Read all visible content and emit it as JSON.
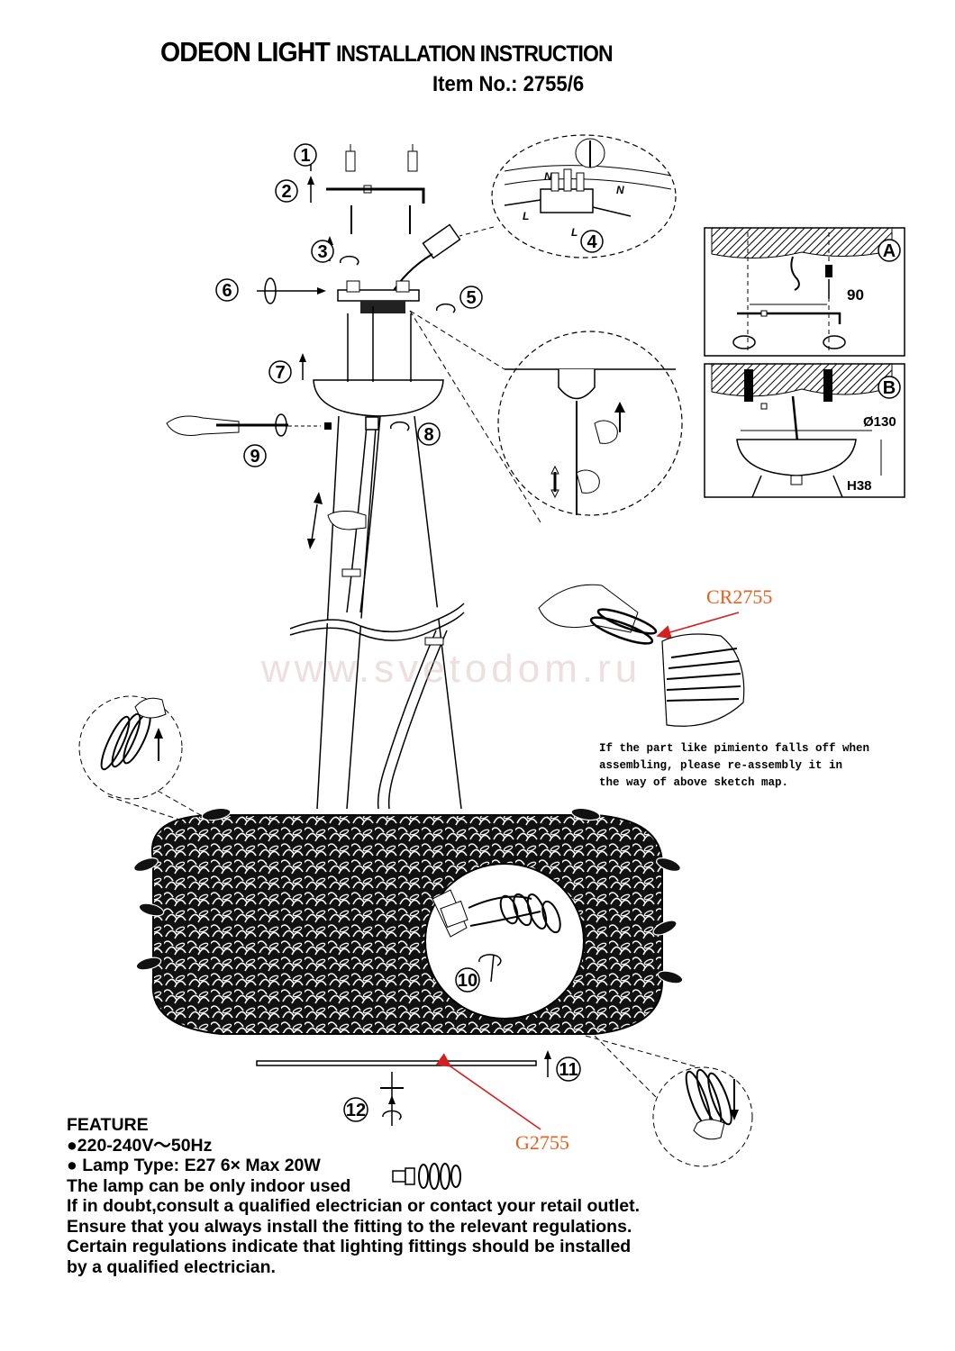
{
  "header": {
    "brand": "ODEON LIGHT",
    "doc_title": "INSTALLATION INSTRUCTION",
    "item_label": "Item No.:",
    "item_number": "2755/6"
  },
  "steps": [
    "1",
    "2",
    "3",
    "4",
    "5",
    "6",
    "7",
    "8",
    "9",
    "10",
    "11",
    "12"
  ],
  "detail_a": {
    "label": "A",
    "dimension": "90"
  },
  "detail_b": {
    "label": "B",
    "diameter": "Ø130",
    "height": "H38"
  },
  "wiring": {
    "neutral": "N",
    "live": "L"
  },
  "parts": {
    "top_code": "CR2755",
    "bottom_code": "G2755"
  },
  "note": [
    "If the part like pimiento falls off when",
    "assembling, please re-assembly it in",
    "the way of above sketch map."
  ],
  "watermark": "www.svetodom.ru",
  "feature": {
    "heading": "FEATURE",
    "lines": [
      "●220-240V～50Hz",
      "● Lamp Type: E27 6× Max 20W",
      "The lamp can be only indoor used",
      "If in doubt,consult a qualified electrician or contact your retail outlet.",
      "Ensure that you always install the fitting to the relevant regulations.",
      "Certain regulations indicate that lighting fittings should be installed",
      "by a qualified electrician."
    ]
  },
  "colors": {
    "ink": "#000000",
    "accent": "#e8601e",
    "arrow": "#d42020",
    "watermark": "#d7b9b9"
  }
}
